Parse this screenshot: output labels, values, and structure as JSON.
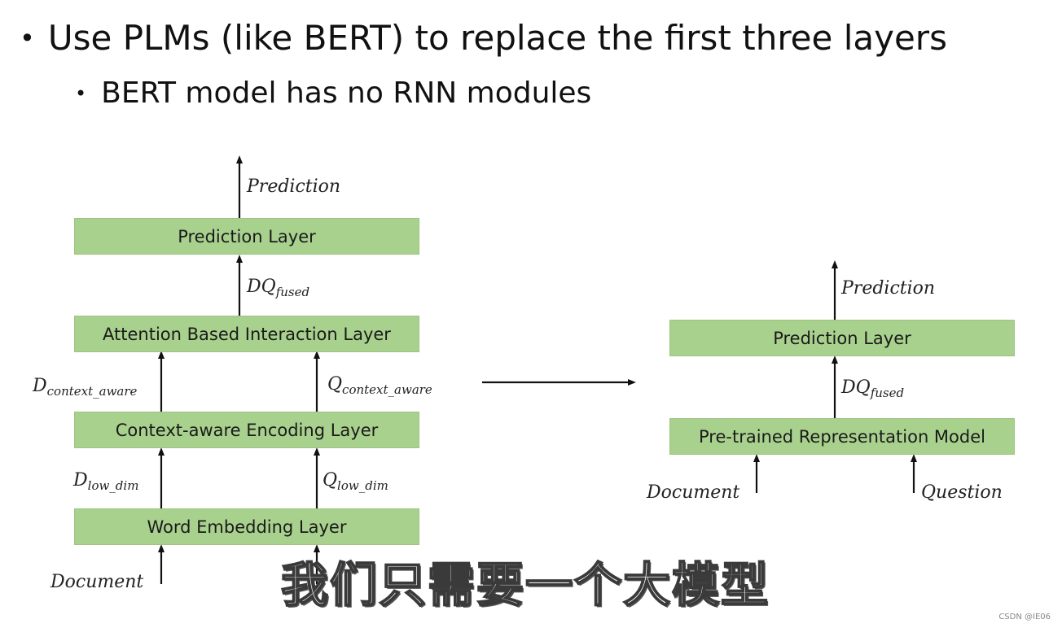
{
  "bullets": {
    "main": "Use PLMs (like BERT) to replace the first three layers",
    "sub": "BERT model has no RNN modules"
  },
  "left_diagram": {
    "layers": {
      "prediction": "Prediction Layer",
      "attention": "Attention Based Interaction Layer",
      "context": "Context-aware Encoding Layer",
      "embedding": "Word Embedding Layer"
    },
    "labels": {
      "prediction": "Prediction",
      "dq": "DQ",
      "dq_sub": "fused",
      "d_ctx": "D",
      "d_ctx_sub": "context_aware",
      "q_ctx": "Q",
      "q_ctx_sub": "context_aware",
      "d_low": "D",
      "d_low_sub": "low_dim",
      "q_low": "Q",
      "q_low_sub": "low_dim",
      "document": "Document"
    }
  },
  "right_diagram": {
    "layers": {
      "prediction": "Prediction Layer",
      "ptrm": "Pre-trained Representation Model"
    },
    "labels": {
      "prediction": "Prediction",
      "dq": "DQ",
      "dq_sub": "fused",
      "document": "Document",
      "question": "Question"
    }
  },
  "subtitle": "我们只需要一个大模型",
  "watermark": "CSDN @IE06",
  "colors": {
    "layer_fill": "#a9d18e",
    "arrow": "#111111"
  }
}
